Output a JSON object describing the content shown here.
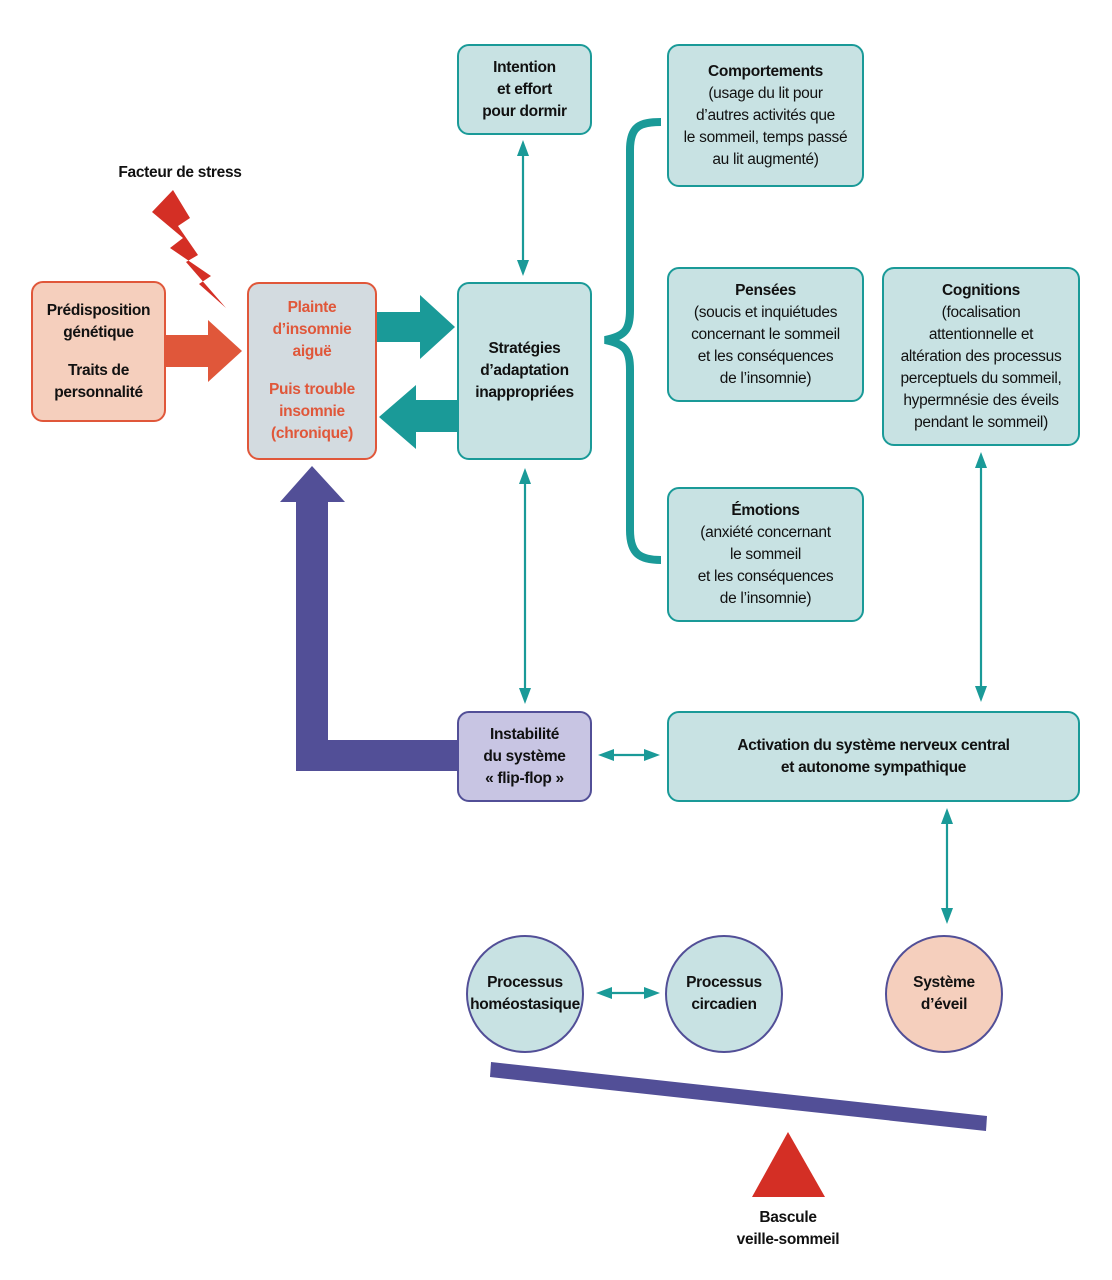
{
  "colors": {
    "teal": "#1a9a98",
    "teal_fill": "#c8e2e3",
    "orange": "#e0573a",
    "salmon_fill": "#f5cfbd",
    "grey_fill": "#d3dbe0",
    "purple": "#524f97",
    "purple_fill": "#c8c5e3",
    "red": "#d42f25"
  },
  "stress": {
    "label": "Facteur de stress",
    "icon": "lightning-bolt-icon"
  },
  "predisposition": {
    "line1": "Prédisposition",
    "line2": "génétique",
    "line3": "Traits de",
    "line4": "personnalité"
  },
  "plainte": {
    "line1": "Plainte",
    "line2": "d’insomnie",
    "line3": "aiguë",
    "line4": "Puis trouble",
    "line5": "insomnie",
    "line6": "(chronique)"
  },
  "strategies": {
    "line1": "Stratégies",
    "line2": "d’adaptation",
    "line3": "inappropriées"
  },
  "intention": {
    "line1": "Intention",
    "line2": "et effort",
    "line3": "pour dormir"
  },
  "comportements": {
    "title": "Comportements",
    "line1": "(usage du lit pour",
    "line2": "d’autres activités que",
    "line3": "le sommeil, temps passé",
    "line4": "au lit augmenté)"
  },
  "pensees": {
    "title": "Pensées",
    "line1": "(soucis et inquiétudes",
    "line2": "concernant le sommeil",
    "line3": "et les conséquences",
    "line4": "de l’insomnie)"
  },
  "emotions": {
    "title": "Émotions",
    "line1": "(anxiété concernant",
    "line2": "le sommeil",
    "line3": "et les conséquences",
    "line4": "de l’insomnie)"
  },
  "cognitions": {
    "title": "Cognitions",
    "line1": "(focalisation",
    "line2": "attentionnelle et",
    "line3": "altération des processus",
    "line4": "perceptuels du sommeil,",
    "line5": "hypermnésie des éveils",
    "line6": "pendant le sommeil)"
  },
  "instabilite": {
    "line1": "Instabilité",
    "line2": "du système",
    "line3": "« flip-flop »"
  },
  "activation": {
    "line1": "Activation du système nerveux central",
    "line2": "et autonome sympathique"
  },
  "homeostatique": {
    "line1": "Processus",
    "line2": "homéostasique"
  },
  "circadien": {
    "line1": "Processus",
    "line2": "circadien"
  },
  "eveil": {
    "line1": "Système",
    "line2": "d’éveil"
  },
  "bascule": {
    "line1": "Bascule",
    "line2": "veille-sommeil"
  }
}
